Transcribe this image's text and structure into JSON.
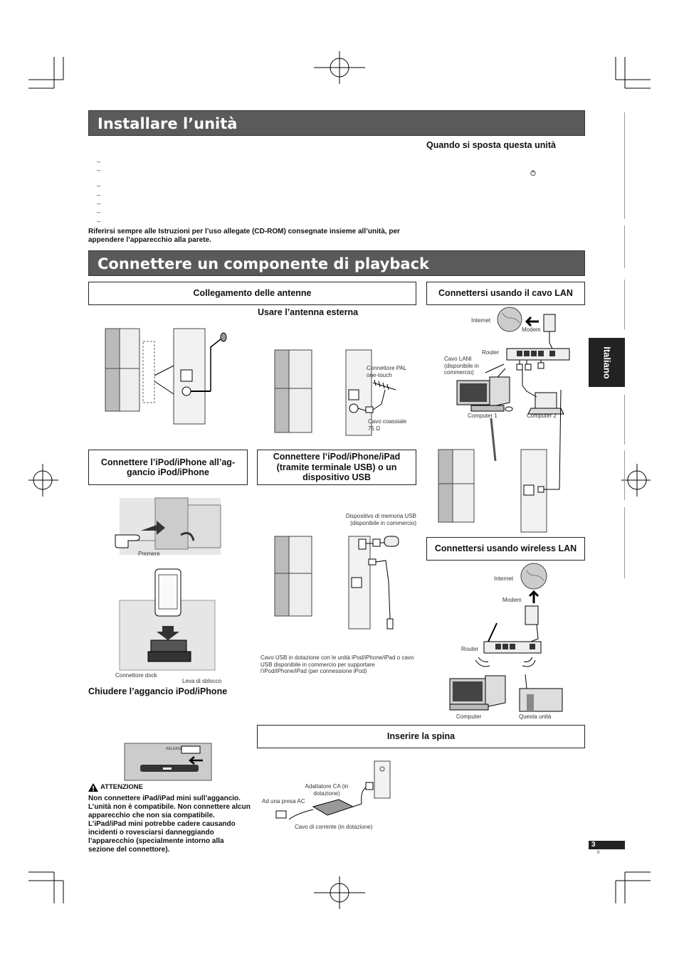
{
  "section1": {
    "title": "Installare l’unità",
    "moving_heading": "Quando si sposta questa unità",
    "bullets": [
      "–",
      "–",
      "–",
      "–",
      "–",
      "–",
      "–"
    ],
    "wall_note": "Riferirsi sempre alle Istruzioni per l’uso allegate (CD-ROM) consegnate insieme all’unità, per appendere l’apparecchio alla parete."
  },
  "section2": {
    "title": "Connettere un componente di playback",
    "antenna_box": "Collegamento delle antenne",
    "external_antenna": "Usare l’antenna esterna",
    "pal_connector": "Connettore PAL one-touch",
    "coax_cable": "Cavo coassiale 75 Ω",
    "lan_box": "Connettersi usando il cavo LAN",
    "internet": "Internet",
    "modem": "Modem",
    "router": "Router",
    "lan_cable": "Cavo LANI (disponibile in commercio)",
    "computer1": "Computer 1",
    "computer2": "Computer 2",
    "ipod_dock_box": "Connettere l’iPod/iPhone all’ag-gancio iPod/iPhone",
    "usb_box": "Connettere l’iPod/iPhone/iPad (tramite terminale USB) o un dispositivo USB",
    "press": "Premere",
    "dock_connector": "Connettore dock",
    "release_lever": "Leva di sblocco",
    "close_dock": "Chiudere l’aggancio iPod/iPhone",
    "usb_memory": "Dispositivo di memoria USB (disponibile in commercio)",
    "usb_cable": "Cavo USB in dotazione con le unità iPod/iPhone/iPad o cavo USB disponibile in commercio per supportare l’iPod/iPhone/iPad (per connessione iPod)",
    "wireless_box": "Connettersi usando wireless LAN",
    "computer": "Computer",
    "this_unit": "Questa unità",
    "plug_box": "Inserire la spina",
    "ac_adapter": "Adattatore CA (in dotazione)",
    "ac_outlet": "Ad una presa AC",
    "power_cord": "Cavo di corrente (in dotazione)",
    "caution_title": "ATTENZIONE",
    "caution_text": "Non connettere iPad/iPad mini sull’aggancio. L’unità non è compatibile. Non connettere alcun apparecchio che non sia compatibile. L’iPad/iPad mini potrebbe cadere causando incidenti o rovesciarsi danneggiando l’apparecchio (specialmente intorno alla sezione del connettore).",
    "release_label": "RELEASE"
  },
  "side_tab": "Italiano",
  "page": {
    "number": "3",
    "lang": "It"
  }
}
